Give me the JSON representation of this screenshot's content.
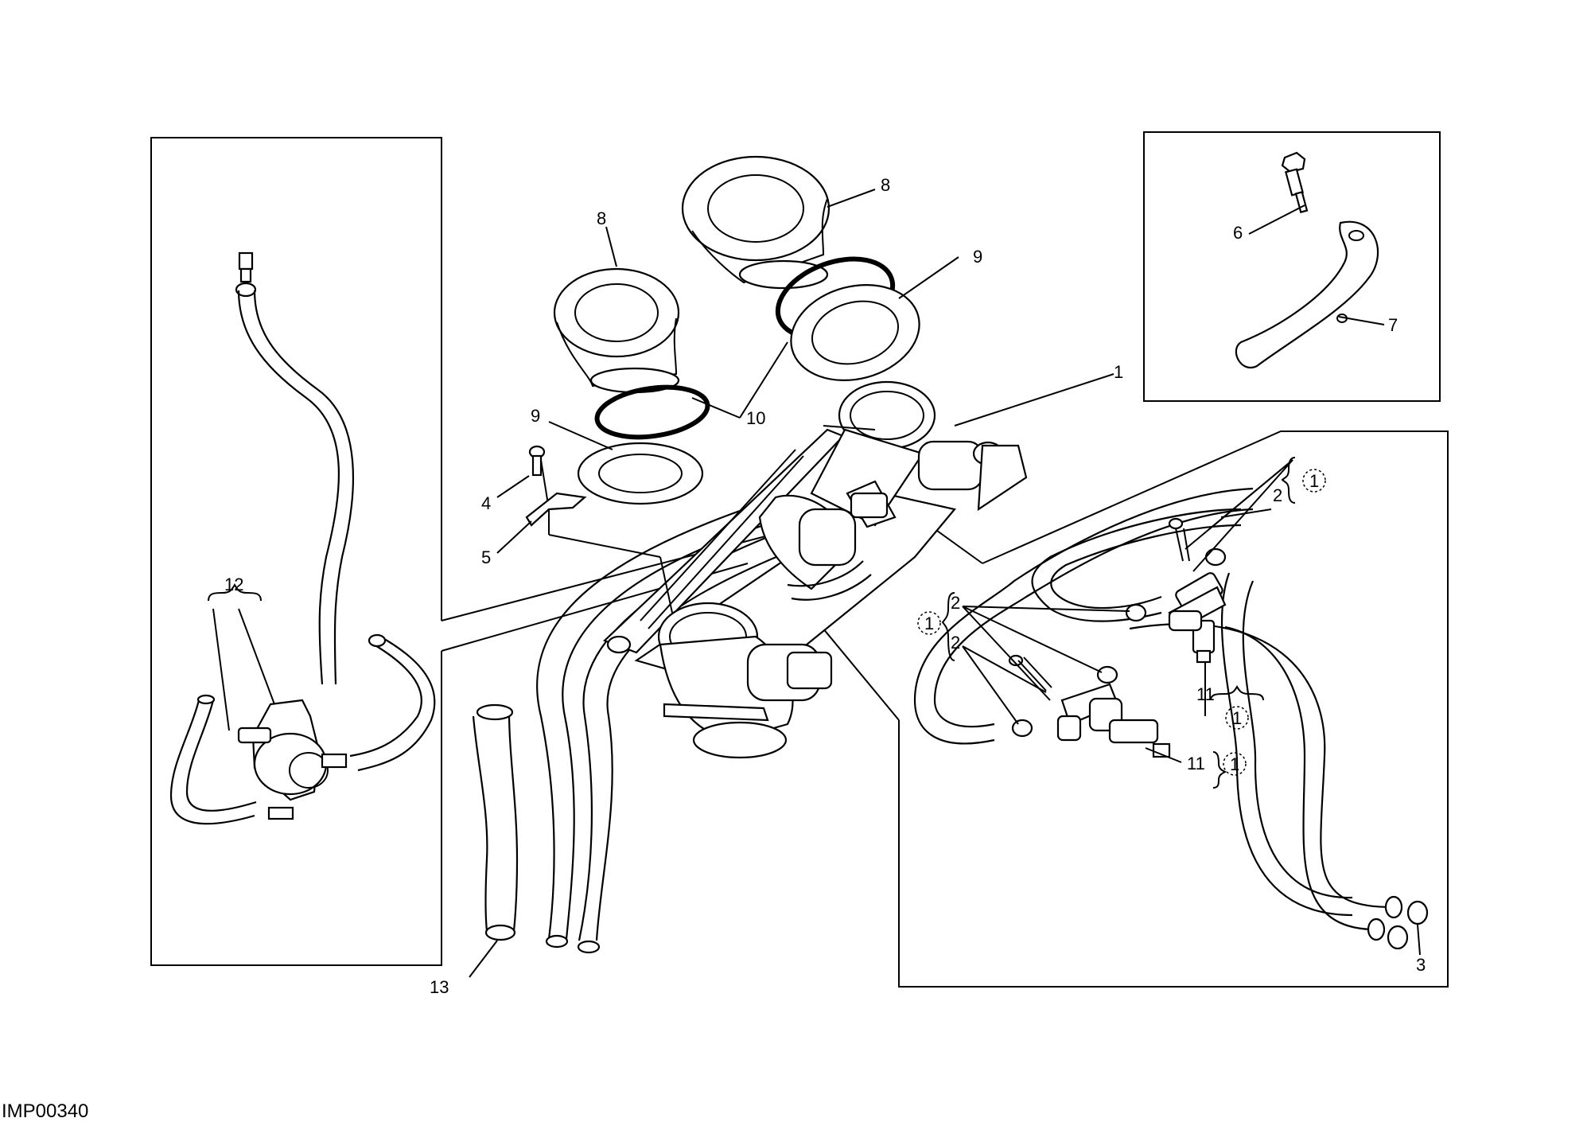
{
  "drawing_code": "IMP00340",
  "callouts": {
    "c1": "1",
    "c2a": "2",
    "c2b": "2",
    "c2c": "2",
    "c3": "3",
    "c4": "4",
    "c5": "5",
    "c6": "6",
    "c7": "7",
    "c8a": "8",
    "c8b": "8",
    "c9a": "9",
    "c9b": "9",
    "c10": "10",
    "c11a": "11",
    "c11b": "11",
    "c12": "12",
    "c13": "13"
  },
  "circled_refs": {
    "r1": "1",
    "r2": "1",
    "r3": "1",
    "r4": "1"
  }
}
